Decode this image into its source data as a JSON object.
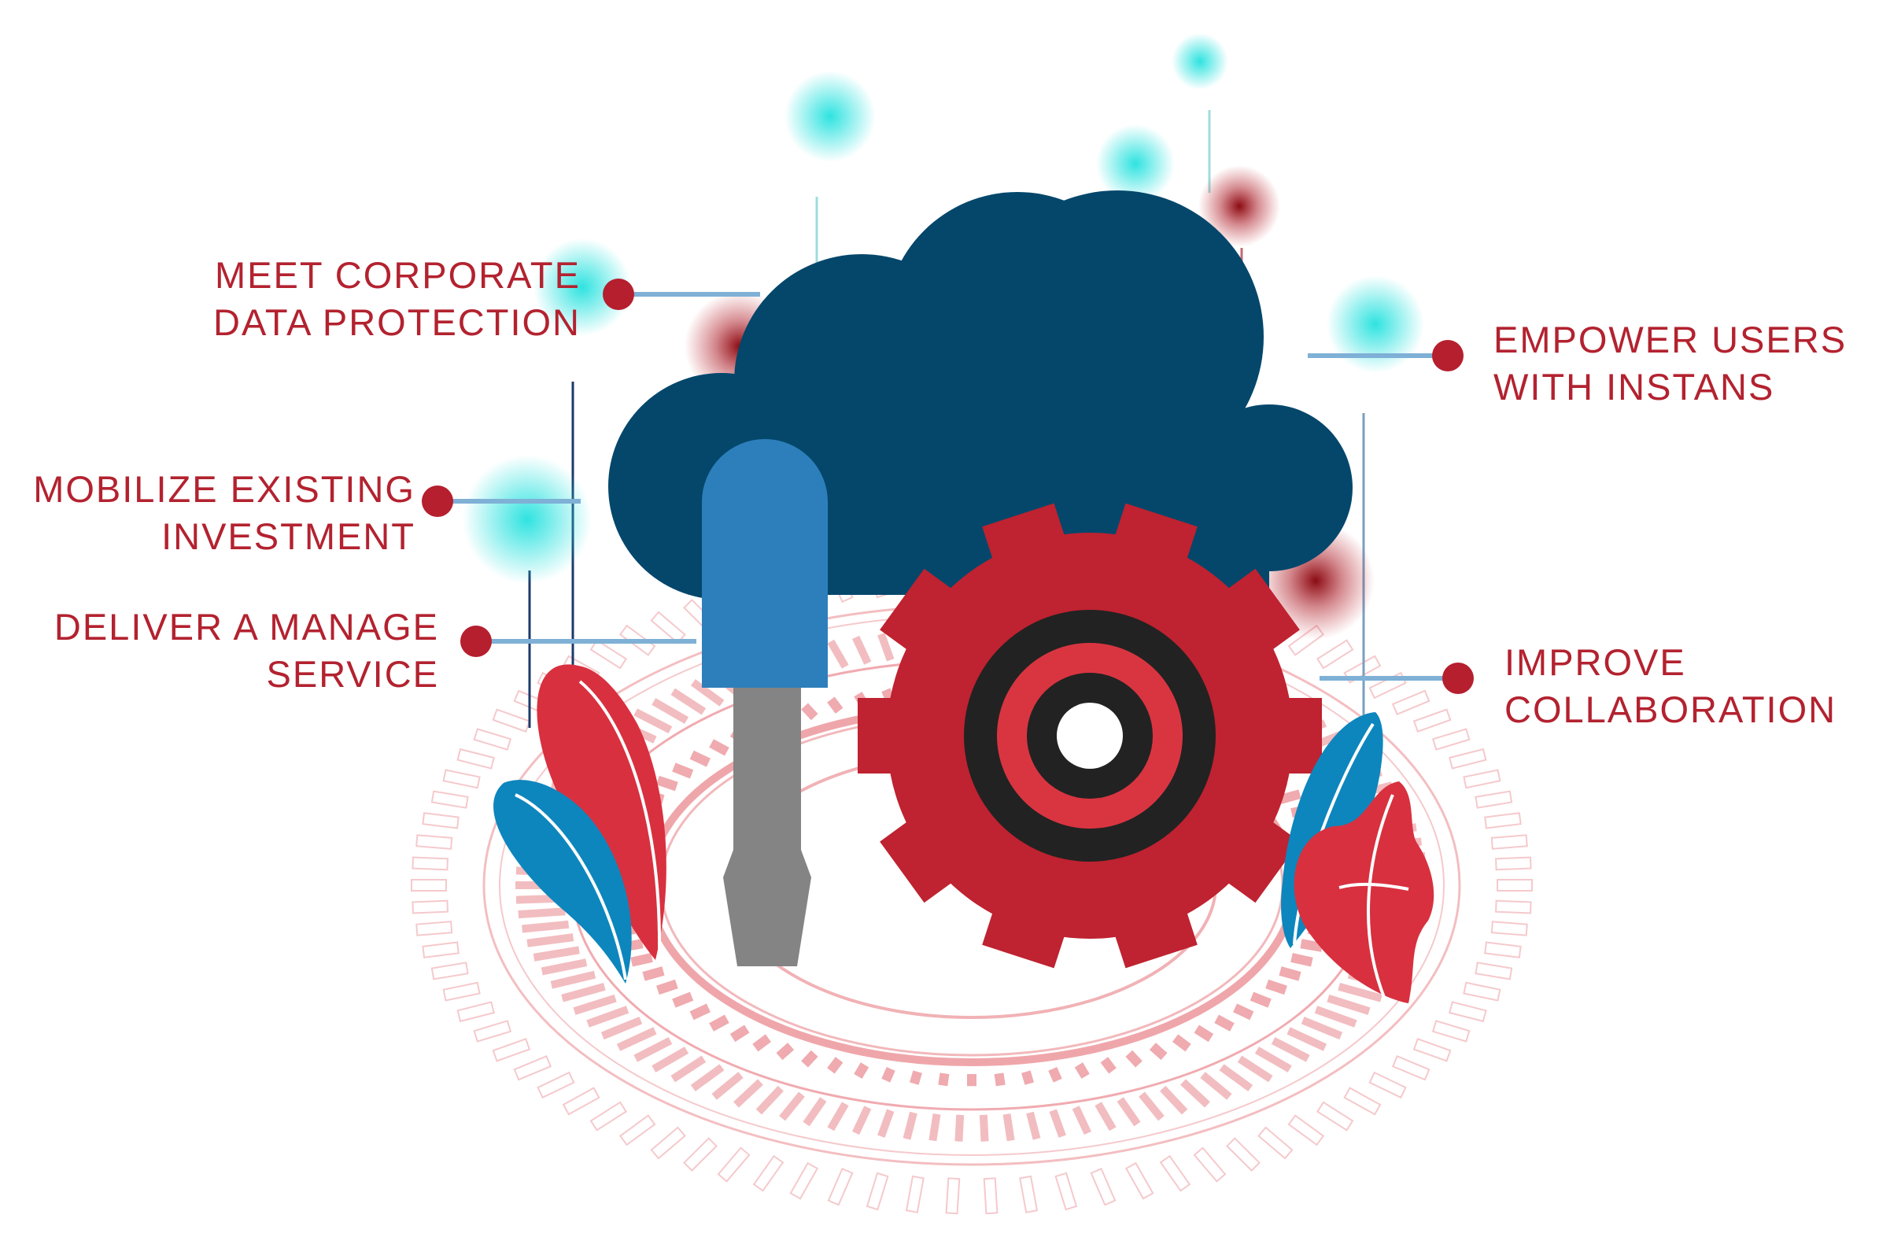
{
  "colors": {
    "label_text": "#b3222f",
    "dot": "#b51f2e",
    "connector": "#7fb0d6",
    "cloud": "#04476b",
    "gear": "#bf2230",
    "gear_ring_dark": "#222222",
    "gear_ring_red": "#d93541",
    "screwdriver_handle": "#2d7fbb",
    "screwdriver_shaft": "#848484",
    "leaf_red": "#d8303f",
    "leaf_blue": "#0d86bd",
    "platform_ring": "#e9888e",
    "glow_cyan": "#2fe3e0",
    "glow_red": "#8b0c14"
  },
  "icons": [
    "cloud-icon",
    "screwdriver-icon",
    "gear-icon",
    "leaf-icon"
  ],
  "labels": {
    "corporate": {
      "line1": "MEET CORPORATE",
      "line2": "DATA PROTECTION"
    },
    "mobilize": {
      "line1": "MOBILIZE EXISTING",
      "line2": "INVESTMENT"
    },
    "deliver": {
      "line1": "DELIVER A MANAGE",
      "line2": "SERVICE"
    },
    "empower": {
      "line1": "EMPOWER USERS",
      "line2": "WITH INSTANS"
    },
    "improve": {
      "line1": "IMPROVE",
      "line2": "COLLABORATION"
    }
  }
}
